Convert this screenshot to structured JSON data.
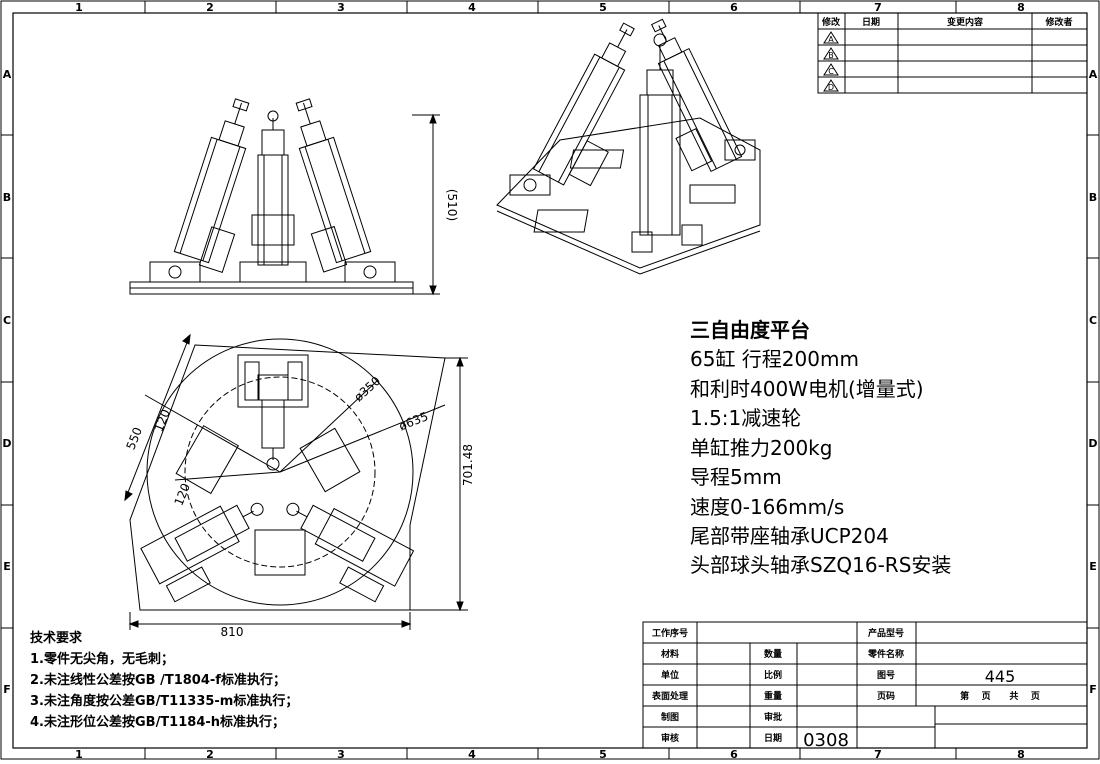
{
  "frame": {
    "columns": [
      "1",
      "2",
      "3",
      "4",
      "5",
      "6",
      "7",
      "8"
    ],
    "rows": [
      "A",
      "B",
      "C",
      "D",
      "E",
      "F"
    ]
  },
  "revision_table": {
    "headers": [
      "修改",
      "日期",
      "变更内容",
      "修改者"
    ],
    "marks": [
      "A",
      "B",
      "C",
      "D"
    ]
  },
  "dimensions": {
    "height_front": "(510)",
    "diameter_outer": "ø635",
    "diameter_inner": "ø350",
    "side_550": "550",
    "angle_top": "120",
    "angle_bottom": "120",
    "height_top": "701.48",
    "width_bottom": "810"
  },
  "spec_lines": [
    "三自由度平台",
    "65缸 行程200mm",
    "和利时400W电机(增量式)",
    "1.5:1减速轮",
    "单缸推力200kg",
    "导程5mm",
    "速度0-166mm/s",
    "尾部带座轴承UCP204",
    "头部球头轴承SZQ16-RS安装"
  ],
  "tech_notes": {
    "title": "技术要求",
    "items": [
      "1.零件无尖角，无毛刺；",
      "2.未注线性公差按GB /T1804-f标准执行；",
      "3.未注角度按公差GB/T11335-m标准执行；",
      "4.未注形位公差按GB/T1184-h标准执行；"
    ]
  },
  "title_block": {
    "work_order_label": "工作序号",
    "product_model_label": "产品型号",
    "material_label": "材料",
    "quantity_label": "数量",
    "part_name_label": "零件名称",
    "unit_label": "单位",
    "scale_label": "比例",
    "drawing_no_label": "图号",
    "drawing_no_value": "445",
    "surface_label": "表面处理",
    "weight_label": "重量",
    "page_label": "页码",
    "page_text": "第    页      共    页",
    "drawn_label": "制图",
    "checked_label": "审批",
    "reviewed_label": "审核",
    "date_label": "日期",
    "date_value": "0308"
  }
}
